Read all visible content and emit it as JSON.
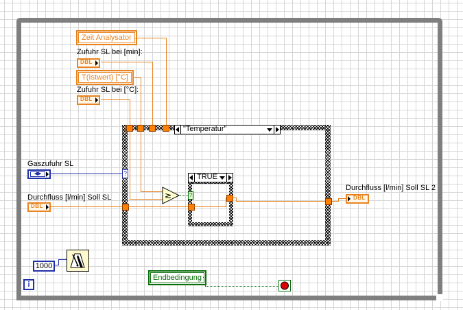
{
  "diagram": {
    "type": "LabVIEW block diagram",
    "controls": {
      "zeit_analysator": {
        "label": "Zeit Analysator",
        "kind": "local-variable"
      },
      "zufuhr_min": {
        "label": "Zufuhr SL bei [min]:",
        "terminal": "DBL"
      },
      "t_istwert": {
        "label": "T(Istwert) [°C]",
        "kind": "local-variable"
      },
      "zufuhr_c": {
        "label": "Zufuhr SL bei [°C]:",
        "terminal": "DBL"
      },
      "gaszufuhr": {
        "label": "Gaszufuhr SL",
        "terminal": "enum"
      },
      "durchfluss_in": {
        "label": "Durchfluss [l/min] Soll SL",
        "terminal": "DBL"
      },
      "durchfluss_out": {
        "label": "Durchfluss [l/min] Soll SL 2",
        "terminal": "DBL"
      },
      "endbedingung": {
        "label": "Endbedingung",
        "kind": "local-variable"
      }
    },
    "case_outer": {
      "selector_value": "\"Temperatur\"",
      "selector_tunnel": "?"
    },
    "case_inner": {
      "selector_value": "TRUE",
      "selector_tunnel": "?"
    },
    "wait_constant": "1000",
    "iteration_terminal": "i",
    "icons": {
      "wait": "metronome-icon",
      "compare": "greater-or-equal-icon",
      "stop": "stop-condition-icon"
    },
    "colors": {
      "dbl_wire": "#e8831e",
      "enum_wire": "#1f2fa8",
      "bool_wire": "#0a6e0a",
      "loop_frame": "#7f7f7f",
      "stop_red": "#e00000"
    }
  }
}
